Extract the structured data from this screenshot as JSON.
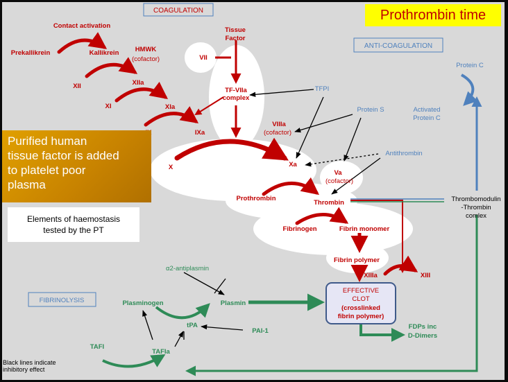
{
  "title": "Prothrombin time",
  "info_box": [
    "Purified human",
    "tissue factor is added",
    "to platelet poor",
    "plasma"
  ],
  "elements_box": [
    "Elements of haemostasis",
    "tested by the PT"
  ],
  "note": [
    "Black lines indicate",
    "inhibitory effect"
  ],
  "section_labels": {
    "coagulation": "COAGULATION",
    "anticoagulation": "ANTI-COAGULATION",
    "fibrinolysis": "FIBRINOLYSIS"
  },
  "labels": {
    "contact_activation": "Contact activation",
    "prekallikrein": "Prekallikrein",
    "kallikrein": "Kallikrein",
    "hmwk": "HMWK",
    "hmwk_cofactor": "(cofactor)",
    "tissue_factor_1": "Tissue",
    "tissue_factor_2": "Factor",
    "vii": "VII",
    "xii": "XII",
    "xiia": "XIIa",
    "xi": "XI",
    "xia": "XIa",
    "ix": "IX",
    "ixa": "IXa",
    "tf_viia_1": "TF-VIIa",
    "tf_viia_2": "complex",
    "tfpi": "TFPI",
    "viiia": "VIIIa",
    "viiia_cofactor": "(cofactor)",
    "x": "X",
    "xa": "Xa",
    "va": "Va",
    "va_cofactor": "(cofactor)",
    "prothrombin": "Prothrombin",
    "thrombin": "Thrombin",
    "fibrinogen": "Fibrinogen",
    "fibrin_monomer": "Fibrin monomer",
    "fibrin_polymer": "Fibrin polymer",
    "xiiia": "XIIIa",
    "xiii": "XIII",
    "clot_1": "EFFECTIVE",
    "clot_2": "CLOT",
    "clot_3": "(crosslinked",
    "clot_4": "fibrin polymer)",
    "protein_c": "Protein C",
    "protein_s": "Protein S",
    "activated_protein_c_1": "Activated",
    "activated_protein_c_2": "Protein C",
    "antithrombin": "Antithrombin",
    "thrombomodulin_1": "Thrombomodulin",
    "thrombomodulin_2": "-Thrombin",
    "thrombomodulin_3": "comlex",
    "a2_antiplasmin": "α2-antiplasmin",
    "plasminogen": "Plasminogen",
    "plasmin": "Plasmin",
    "tpa": "tPA",
    "pai1": "PAI-1",
    "tafi": "TAFI",
    "tafia": "TAFIa",
    "fdps_1": "FDPs inc",
    "fdps_2": "D-Dimers"
  },
  "colors": {
    "coagulation": "#c00000",
    "anticoagulation": "#4f81bd",
    "fibrinolysis": "#2e8b57",
    "inhibitory": "#000000",
    "highlight": "#ffff00"
  }
}
